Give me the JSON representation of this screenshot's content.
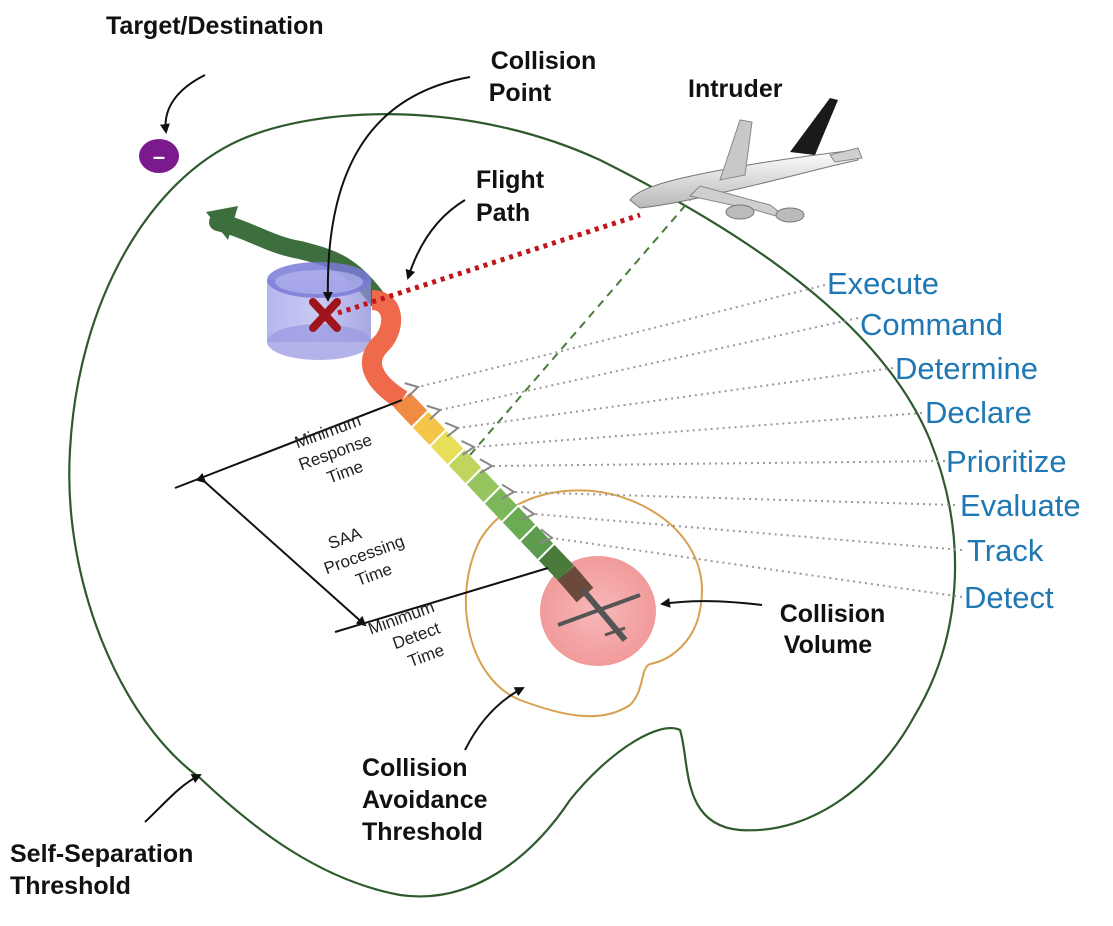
{
  "labels": {
    "target": "Target/Destination",
    "collision_point": [
      "Collision",
      "Point"
    ],
    "intruder": "Intruder",
    "flight_path": [
      "Flight",
      "Path"
    ],
    "collision_volume": [
      "Collision",
      "Volume"
    ],
    "collision_avoidance": [
      "Collision",
      "Avoidance",
      "Threshold"
    ],
    "self_separation": [
      "Self-Separation",
      "Threshold"
    ],
    "minimum_response_time": [
      "Minimum",
      "Response",
      "Time"
    ],
    "saa_processing_time": [
      "SAA",
      "Processing",
      "Time"
    ],
    "minimum_detect_time": [
      "Minimum",
      "Detect",
      "Time"
    ]
  },
  "steps": [
    "Execute",
    "Command",
    "Determine",
    "Declare",
    "Prioritize",
    "Evaluate",
    "Track",
    "Detect"
  ],
  "target_marker": "–",
  "colors": {
    "step_text": "#1f78b4",
    "self_separation_line": "#2e5a2e",
    "collision_avoidance_line": "#d9a050",
    "target_marker": "#7b1a8c",
    "collision_volume_fill": "#f4a7a7",
    "intruder_line": "#c0151b",
    "flight_arrow": "#3d6e3d",
    "collision_cylinder": "#8888e0"
  },
  "icons": {
    "intruder": "airliner-icon",
    "ownship": "uav-icon",
    "collision_point": "x-mark-icon"
  }
}
